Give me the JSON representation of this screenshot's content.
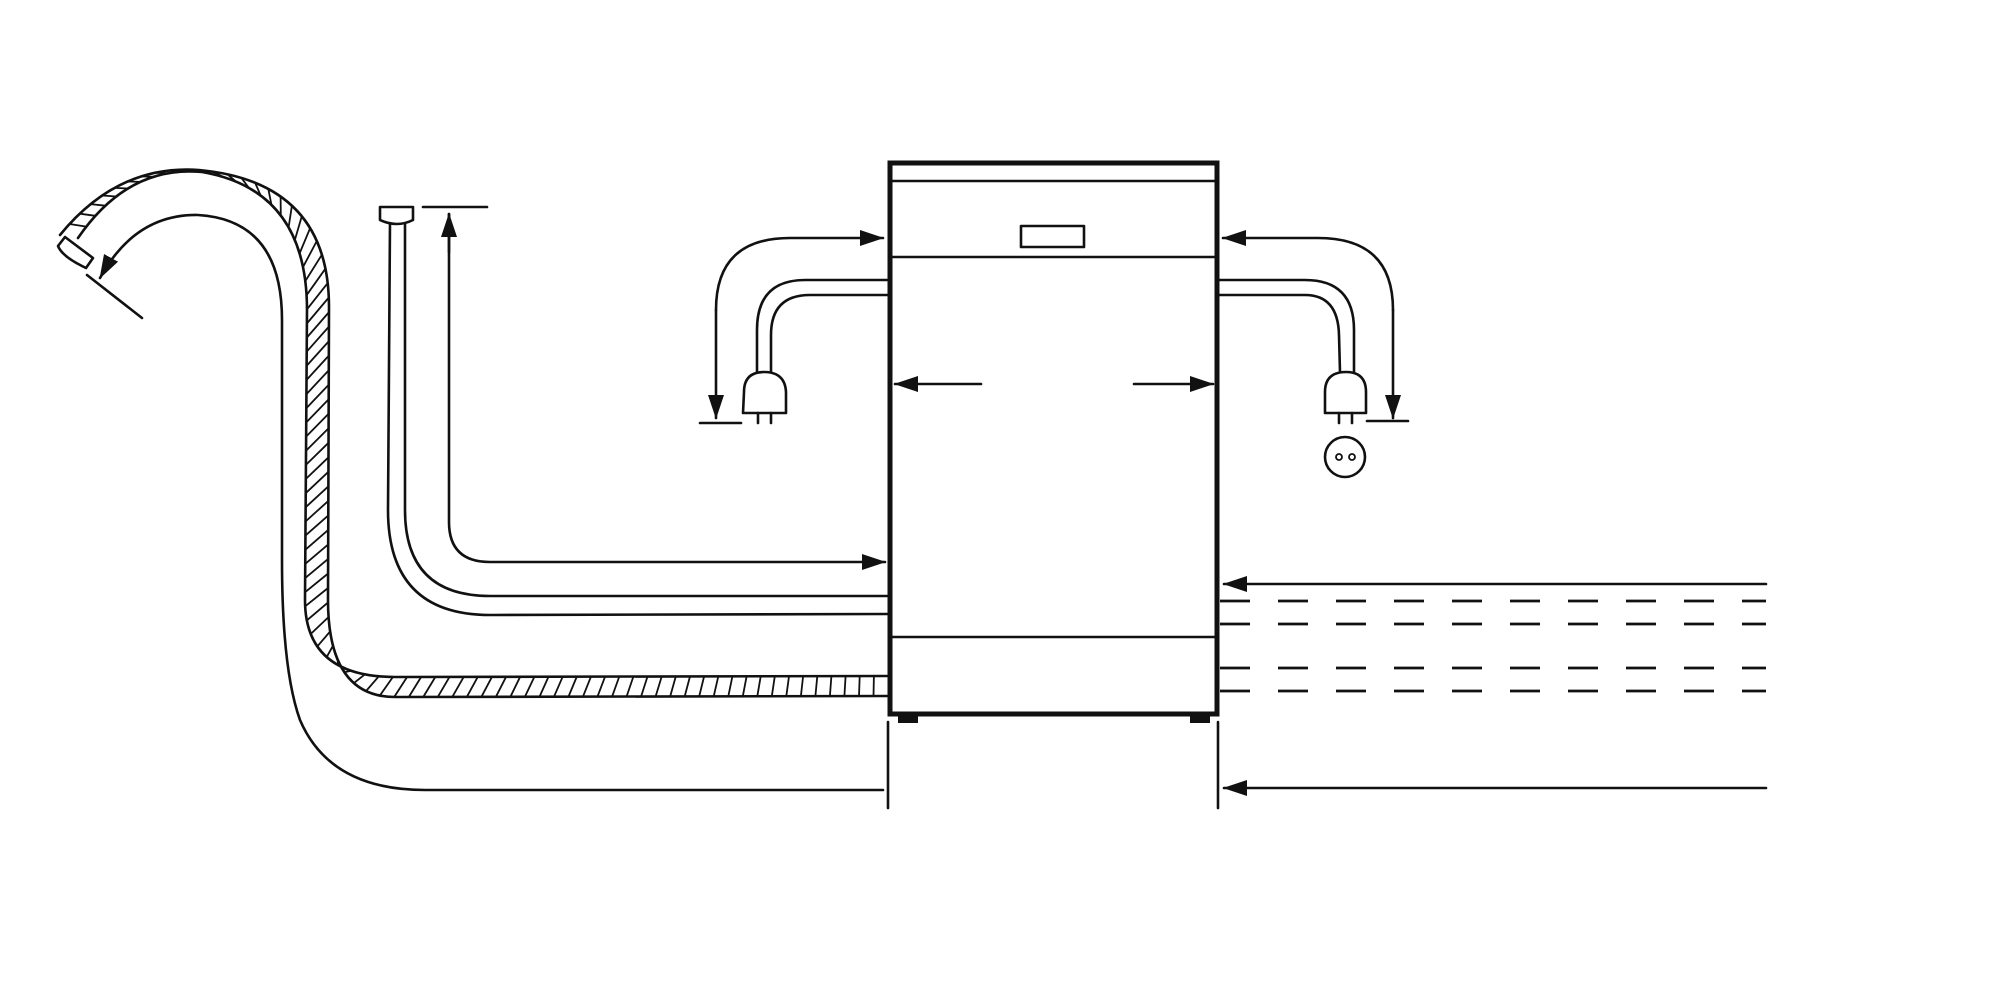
{
  "colors": {
    "ink": "#111111",
    "background": "#ffffff"
  },
  "diagram": {
    "subject": "dishwasher-installation-connections",
    "parts": [
      "dishwasher",
      "drain-hose",
      "water-inlet-hose",
      "power-cord-left",
      "power-cord-right",
      "power-socket",
      "floor-lines",
      "clearance-arrows"
    ]
  }
}
